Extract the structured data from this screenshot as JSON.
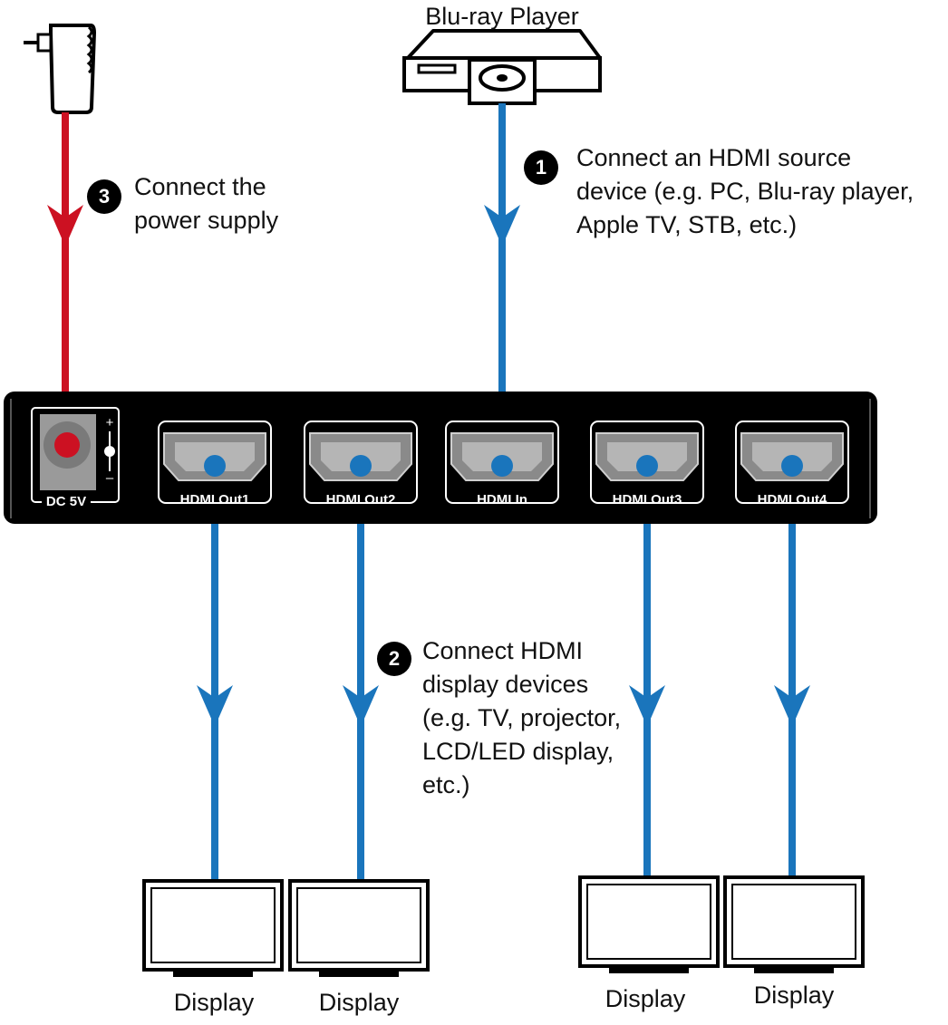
{
  "source_device": {
    "label": "Blu-ray Player"
  },
  "power_supply": {
    "step": "3",
    "instruction_lines": [
      "Connect the",
      "power supply"
    ]
  },
  "step1": {
    "step": "1",
    "instruction_lines": [
      "Connect an HDMI source",
      "device (e.g. PC, Blu-ray player,",
      "Apple TV, STB, etc.)"
    ]
  },
  "step2": {
    "step": "2",
    "instruction_lines": [
      "Connect HDMI",
      "display devices",
      "(e.g. TV, projector,",
      "LCD/LED display,",
      "etc.)"
    ]
  },
  "splitter": {
    "ports": [
      {
        "id": "dc",
        "label": "DC 5V"
      },
      {
        "id": "out1",
        "label": "HDMI Out1"
      },
      {
        "id": "out2",
        "label": "HDMI Out2"
      },
      {
        "id": "in",
        "label": "HDMI In"
      },
      {
        "id": "out3",
        "label": "HDMI Out3"
      },
      {
        "id": "out4",
        "label": "HDMI Out4"
      }
    ],
    "polarity_plus": "+",
    "polarity_minus": "–"
  },
  "displays": [
    {
      "label": "Display"
    },
    {
      "label": "Display"
    },
    {
      "label": "Display"
    },
    {
      "label": "Display"
    }
  ],
  "colors": {
    "hdmi_cable": "#1a75bc",
    "power_cable": "#cc1122",
    "device_body": "#000000",
    "port_grey": "#8a8a8a"
  }
}
